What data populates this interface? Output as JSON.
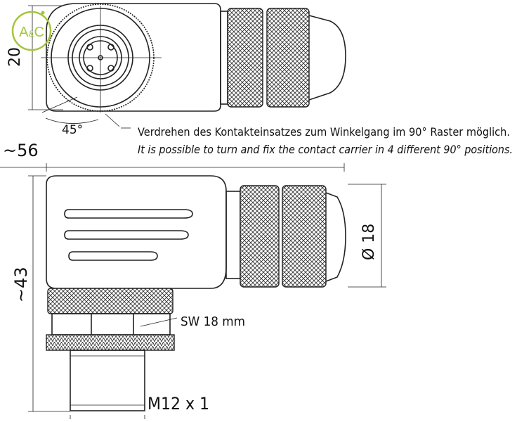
{
  "drawing": {
    "dimensions": {
      "height_top": "20",
      "angle": "45°",
      "length": "~56",
      "height_side": "~43",
      "diameter": "Ø 18",
      "wrench_size": "SW 18 mm",
      "thread": "M12 x 1"
    },
    "note": {
      "german": "Verdrehen des Kontakteinsatzes zum Winkelgang im 90° Raster möglich.",
      "english": "It is possible to turn and fix the contact carrier in 4 different 90° positions."
    },
    "logo": {
      "text": "A&C",
      "color": "#a4c63a"
    }
  }
}
